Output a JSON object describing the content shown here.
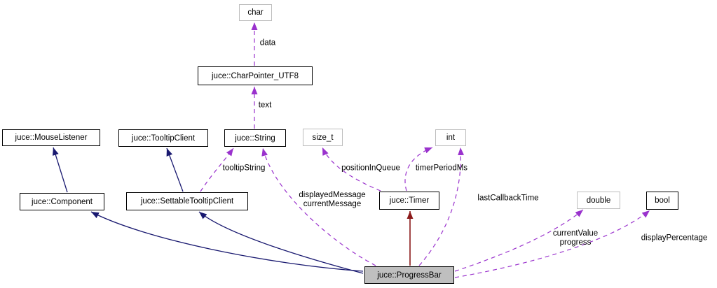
{
  "diagram": {
    "type": "doxygen-collaboration-graph",
    "colors": {
      "inheritance_edge": "#191970",
      "protected_inheritance_edge": "#8b1a1a",
      "usage_edge": "#9a32cd",
      "current_node_fill": "#bfbfbf",
      "external_node_border": "#bdbdbd",
      "class_node_border": "#000000"
    },
    "nodes": [
      {
        "id": "char",
        "label": "char"
      },
      {
        "id": "charpointer_utf8",
        "label": "juce::CharPointer_UTF8"
      },
      {
        "id": "mouselistener",
        "label": "juce::MouseListener"
      },
      {
        "id": "tooltipclient",
        "label": "juce::TooltipClient"
      },
      {
        "id": "string",
        "label": "juce::String"
      },
      {
        "id": "size_t",
        "label": "size_t"
      },
      {
        "id": "int",
        "label": "int"
      },
      {
        "id": "component",
        "label": "juce::Component"
      },
      {
        "id": "settabletooltipclient",
        "label": "juce::SettableTooltipClient"
      },
      {
        "id": "timer",
        "label": "juce::Timer"
      },
      {
        "id": "double",
        "label": "double"
      },
      {
        "id": "bool",
        "label": "bool"
      },
      {
        "id": "progressbar",
        "label": "juce::ProgressBar"
      }
    ],
    "edges": [
      {
        "from": "juce::CharPointer_UTF8",
        "to": "char",
        "kind": "usage",
        "label": "data"
      },
      {
        "from": "juce::String",
        "to": "juce::CharPointer_UTF8",
        "kind": "usage",
        "label": "text"
      },
      {
        "from": "juce::Component",
        "to": "juce::MouseListener",
        "kind": "inheritance",
        "label": ""
      },
      {
        "from": "juce::SettableTooltipClient",
        "to": "juce::TooltipClient",
        "kind": "inheritance",
        "label": ""
      },
      {
        "from": "juce::SettableTooltipClient",
        "to": "juce::String",
        "kind": "usage",
        "label": "tooltipString"
      },
      {
        "from": "juce::Timer",
        "to": "size_t",
        "kind": "usage",
        "label": "positionInQueue"
      },
      {
        "from": "juce::Timer",
        "to": "int",
        "kind": "usage",
        "label": "timerPeriodMs"
      },
      {
        "from": "juce::ProgressBar",
        "to": "juce::Component",
        "kind": "inheritance",
        "label": ""
      },
      {
        "from": "juce::ProgressBar",
        "to": "juce::SettableTooltipClient",
        "kind": "inheritance",
        "label": ""
      },
      {
        "from": "juce::ProgressBar",
        "to": "juce::String",
        "kind": "usage",
        "label": "displayedMessage\ncurrentMessage"
      },
      {
        "from": "juce::ProgressBar",
        "to": "juce::Timer",
        "kind": "protected-inheritance",
        "label": ""
      },
      {
        "from": "juce::ProgressBar",
        "to": "int",
        "kind": "usage",
        "label": "lastCallbackTime"
      },
      {
        "from": "juce::ProgressBar",
        "to": "double",
        "kind": "usage",
        "label": "currentValue\nprogress"
      },
      {
        "from": "juce::ProgressBar",
        "to": "bool",
        "kind": "usage",
        "label": "displayPercentage"
      }
    ]
  }
}
